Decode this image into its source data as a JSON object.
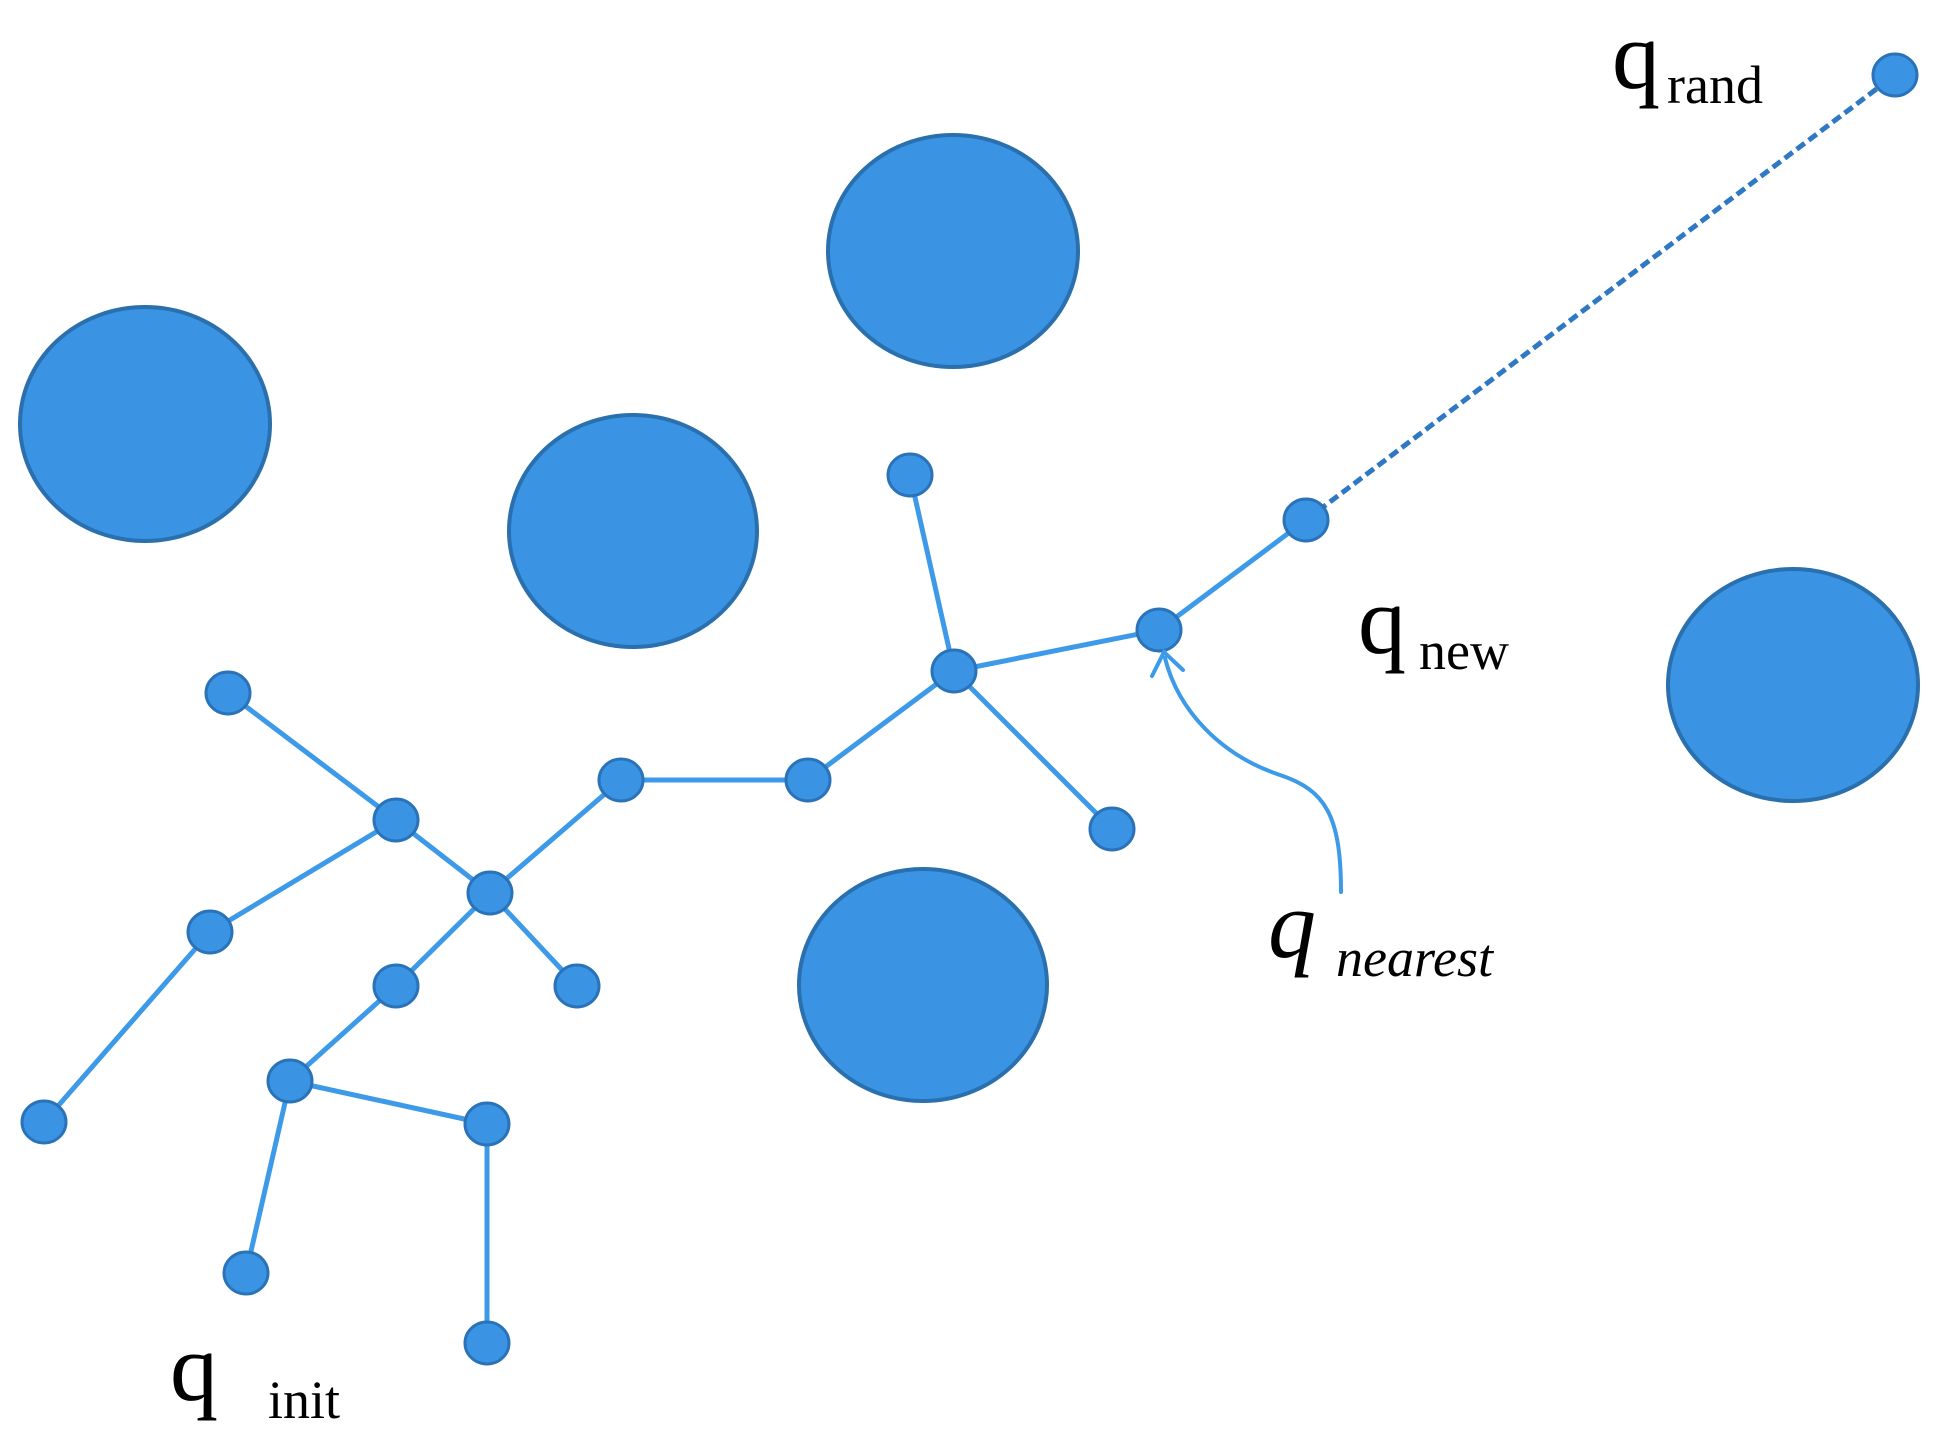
{
  "colors": {
    "node_fill": "#3a94e3",
    "node_stroke": "#2a73b8",
    "edge": "#3d9ae8",
    "obstacle_fill": "#3a94e3",
    "obstacle_stroke": "#2a6fae",
    "dashed_edge": "#2f78c4",
    "label": "#000000"
  },
  "labels": {
    "q_rand": {
      "base": "q",
      "sub": "rand"
    },
    "q_new": {
      "base": "q",
      "sub": "new"
    },
    "q_nearest": {
      "base": "q",
      "sub": "nearest"
    },
    "q_init": {
      "base": "q",
      "sub": "init"
    }
  },
  "icons": {
    "annotation_arrow": "curved-arrow-icon"
  }
}
